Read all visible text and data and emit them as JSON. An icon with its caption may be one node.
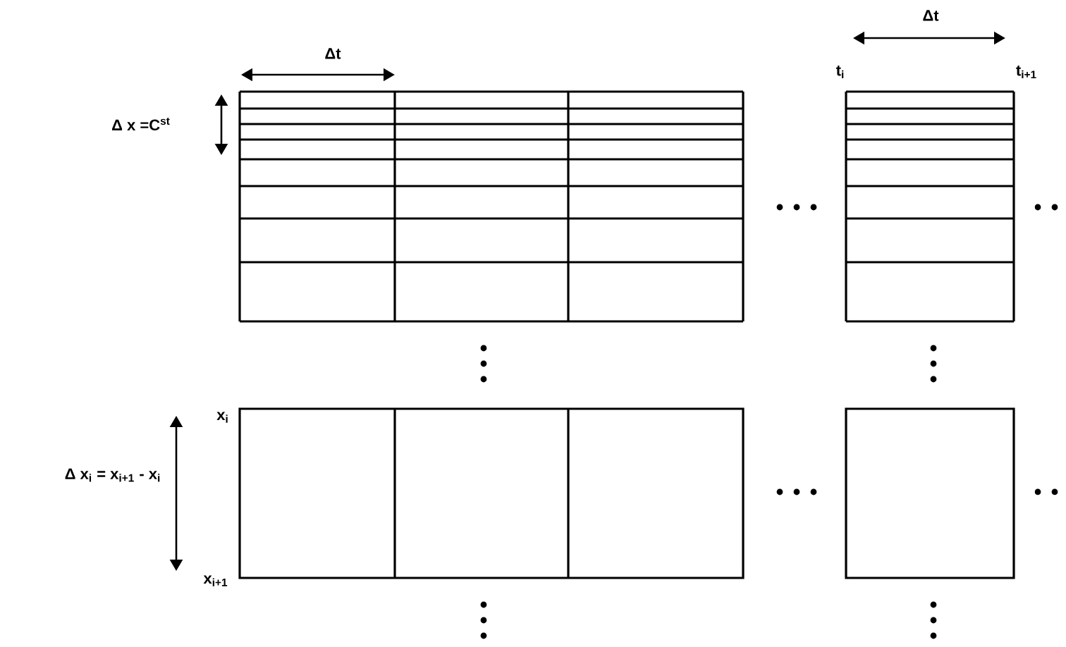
{
  "diagram": {
    "labels": [
      "Δt",
      "Δ x =C$^{st}$",
      "Δt",
      "t$_{i}$",
      "t$_{i+1}$",
      "x$_{i}$",
      "Δ x$_{i}$ = x$_{i+1}$ - x$_{i}$",
      "x$_{i+1}$"
    ]
  }
}
